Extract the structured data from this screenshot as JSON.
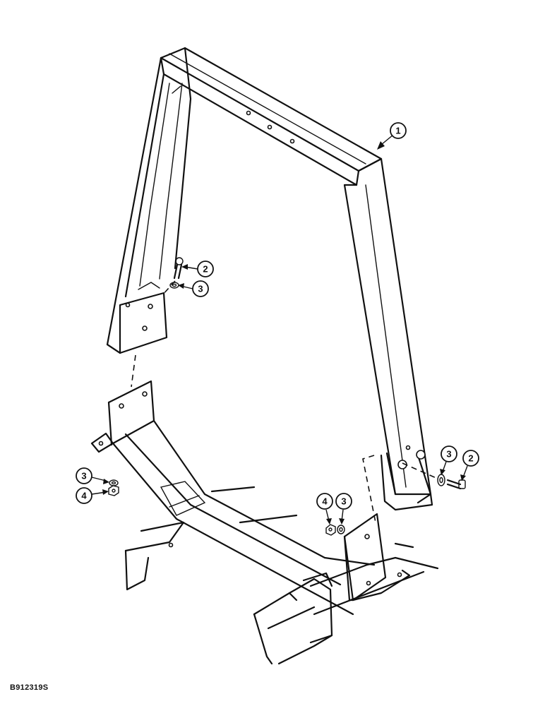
{
  "callouts": [
    {
      "id": "c1",
      "label": "1"
    },
    {
      "id": "c2a",
      "label": "2"
    },
    {
      "id": "c3a",
      "label": "3"
    },
    {
      "id": "c3b",
      "label": "3"
    },
    {
      "id": "c4a",
      "label": "4"
    },
    {
      "id": "c4b",
      "label": "4"
    },
    {
      "id": "c3c",
      "label": "3"
    },
    {
      "id": "c3d",
      "label": "3"
    },
    {
      "id": "c2b",
      "label": "2"
    }
  ],
  "figure_id": "B912319S"
}
